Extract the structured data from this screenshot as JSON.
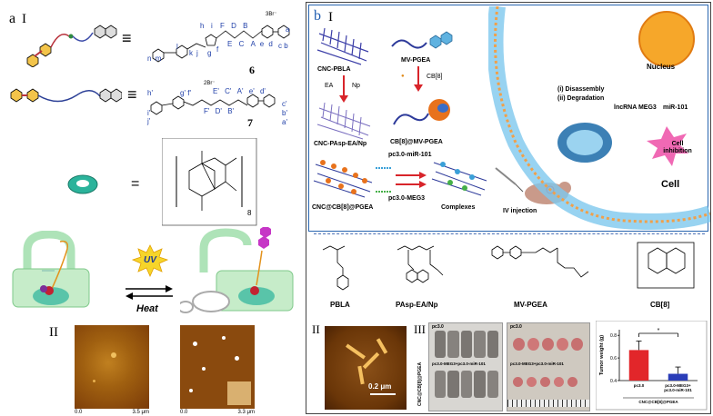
{
  "panel_a": {
    "label": "a",
    "sub1": "I",
    "sub2": "II",
    "compound6": "6",
    "compound7": "7",
    "charge6": "3Br⁻",
    "charge7": "2Br⁻",
    "equiv": "≡",
    "equals": "=",
    "uv": "UV",
    "heat": "Heat",
    "cb_sub": "8",
    "atoms6_left": [
      "n",
      "m",
      "l",
      "k",
      "j",
      "h",
      "g",
      "i",
      "f"
    ],
    "atoms6_right": [
      "F",
      "E",
      "D",
      "C",
      "B",
      "A",
      "e",
      "d",
      "c",
      "b",
      "a"
    ],
    "atoms7_left": [
      "h'",
      "g'",
      "f'",
      "i'",
      "j'"
    ],
    "atoms7_right": [
      "F'",
      "E'",
      "D'",
      "C'",
      "B'",
      "A'",
      "e'",
      "d'",
      "c'",
      "b'",
      "a'"
    ],
    "afm_left_scale": [
      "0.0",
      "3.5 μm"
    ],
    "afm_right_scale": [
      "0.0",
      "3.3 μm"
    ]
  },
  "panel_b": {
    "label": "b",
    "sub1": "I",
    "sub2": "II",
    "sub3": "III",
    "cnc_pbla": "CNC-PBLA",
    "mv_pgea": "MV-PGEA",
    "ea_np": "EA",
    "np": "Np",
    "cb8": "CB[8]",
    "cnc_pasp": "CNC-PAsp-EA/Np",
    "cb_mv": "CB[8]@MV-PGEA",
    "mir101": "pc3.0-miR-101",
    "meg3": "pc3.0-MEG3",
    "cnc_cb": "CNC@CB[8]@PGEA",
    "complexes": "Complexes",
    "iv": "IV injection",
    "disassembly": "(i) Disassembly",
    "degradation": "(ii) Degradation",
    "nucleus": "Nucleus",
    "lncrna": "lncRNA MEG3",
    "mir": "miR-101",
    "cell_inhibition": "Cell inhibition",
    "cell": "Cell",
    "chem_labels": [
      "PBLA",
      "PAsp-EA/Np",
      "MV-PGEA",
      "CB[8]"
    ],
    "scale_bar": "0.2 μm",
    "side_label": "CNC@CB[8]@PGEA",
    "tumor_labels": [
      "pc3.0",
      "pc3.0-MEG3+pc3.0-miR-101",
      "pc3.0",
      "pc3.0-MEG3+pc3.0-miR-101"
    ],
    "star": "*"
  },
  "chart_data": {
    "type": "bar",
    "categories": [
      "pc3.0",
      "pc3.0-MEG3+ pc3.0-miR-101"
    ],
    "values": [
      0.67,
      0.46
    ],
    "errors": [
      0.08,
      0.06
    ],
    "colors": [
      "#e2262a",
      "#2a3db8"
    ],
    "ylabel": "Tumor weight (g)",
    "yticks": [
      0.4,
      0.6,
      0.8
    ],
    "ylim": [
      0.4,
      0.85
    ],
    "xlabel": "CNC@CB[8]@PGEA",
    "annotation": "*"
  }
}
